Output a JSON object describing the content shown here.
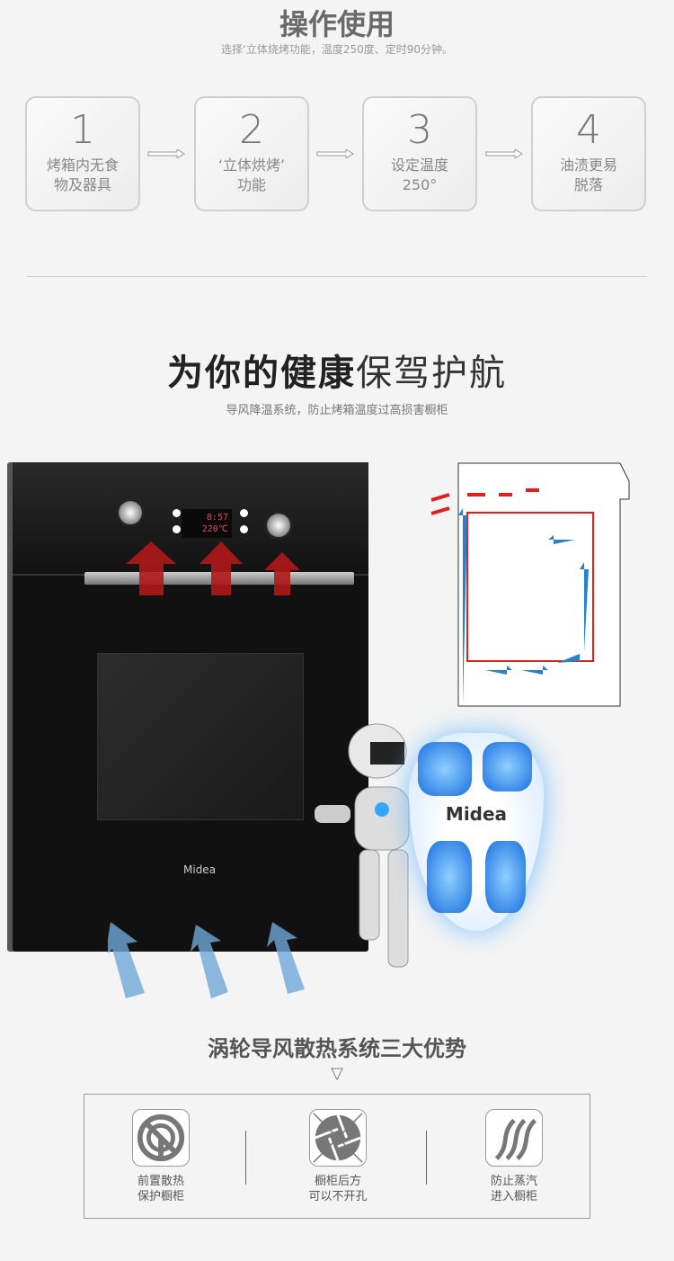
{
  "section1": {
    "title": "操作使用",
    "subtitle": "选择‘立体烧烤功能，温度250度、定时90分钟。",
    "steps": [
      {
        "num": "1",
        "line1": "烤箱内无食",
        "line2": "物及器具"
      },
      {
        "num": "2",
        "line1": "‘立体烘烤’",
        "line2": "功能"
      },
      {
        "num": "3",
        "line1": "设定温度",
        "line2": "250°"
      },
      {
        "num": "4",
        "line1": "油渍更易",
        "line2": "脱落"
      }
    ]
  },
  "section2": {
    "title_bold": "为你的健康",
    "title_light": "保驾护航",
    "subtitle": "导风降温系统，防止烤箱温度过高损害橱柜",
    "display_time": "8:57",
    "display_temp": "220℃",
    "brand": "Midea",
    "shield_brand": "Midea"
  },
  "section3": {
    "title": "涡轮导风散热系统三大优势",
    "triangle": "▽",
    "features": [
      {
        "line1": "前置散热",
        "line2": "保护橱柜",
        "icon": "radar-fan-icon"
      },
      {
        "line1": "橱柜后方",
        "line2": "可以不开孔",
        "icon": "aperture-crossed-icon"
      },
      {
        "line1": "防止蒸汽",
        "line2": "进入橱柜",
        "icon": "steam-icon"
      }
    ]
  },
  "colors": {
    "hot": "#e02020",
    "cool": "#2a7fc8"
  }
}
